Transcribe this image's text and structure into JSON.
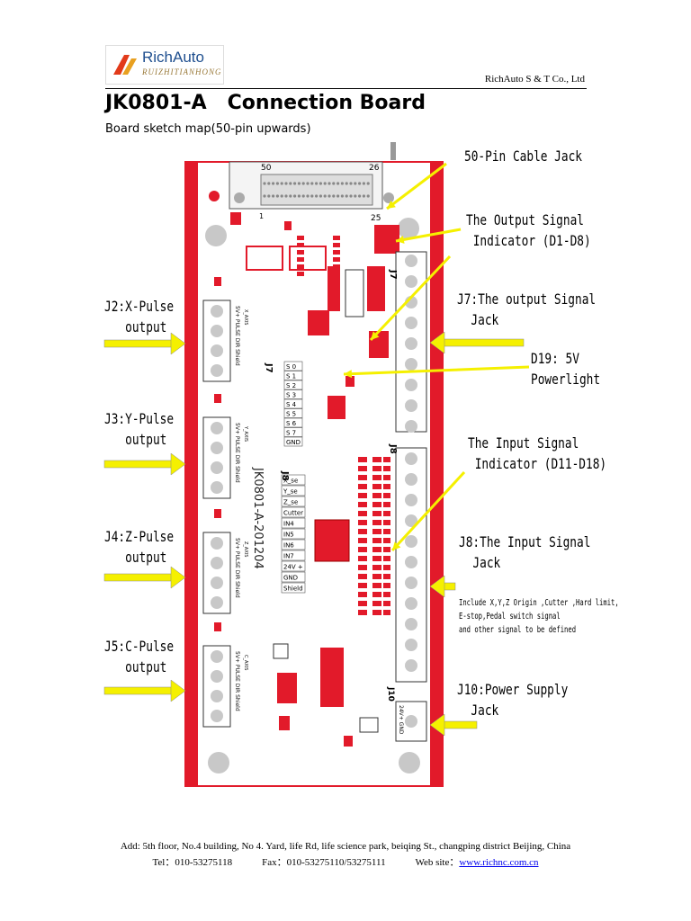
{
  "header": {
    "logo_name": "RichAuto",
    "logo_sub": "RUIZHITIANHONG",
    "company": "RichAuto S & T Co., Ltd"
  },
  "title": "JK0801-A   Connection Board",
  "subtitle": "Board sketch map(50-pin upwards)",
  "callouts": {
    "cable_jack": "50-Pin Cable Jack",
    "output_indicator": "The Output Signal\n Indicator (D1-D8)",
    "j7": "J7:The output Signal\n  Jack",
    "d19": "D19: 5V\nPowerlight",
    "input_indicator": "The Input Signal\n Indicator (D11-D18)",
    "j8": "J8:The Input Signal\n  Jack",
    "j8_note": "Include X,Y,Z Origin ,Cutter ,Hard limit,\nE-stop,Pedal switch signal\nand other signal to be defined",
    "j10": "J10:Power Supply\n  Jack",
    "j2": "J2:X-Pulse\n   output",
    "j3": "J3:Y-Pulse\n   output",
    "j4": "J4:Z-Pulse\n   output",
    "j5": "J5:C-Pulse\n   output"
  },
  "board": {
    "pin_50": "50",
    "pin_26": "26",
    "pin_25": "25",
    "pin_1": "1",
    "j7_label": "J7",
    "j8_label": "J8",
    "j10_label": "J10",
    "board_name": "JK0801-A-201204",
    "j7_pins": [
      "S 0",
      "S 1",
      "S 2",
      "S 3",
      "S 4",
      "S 5",
      "S 6",
      "S 7",
      "GND"
    ],
    "j8_pins": [
      "X_se",
      "Y_se",
      "Z_se",
      "Cutter",
      "IN4",
      "IN5",
      "IN6",
      "IN7",
      "24V +",
      "GND",
      "Shield"
    ],
    "pulse_pins": "5V+  PULSE  DIR  Shield",
    "axes": [
      "X_AXIS",
      "Y_AXIS",
      "Z_AXIS",
      "C_AXIS"
    ],
    "j10_pins": "24V+  GND"
  },
  "footer": {
    "address": "Add: 5th floor, No.4 building, No 4. Yard, life Rd, life science park, beiqing St., changping district Beijing, China",
    "tel": "Tel：010-53275118",
    "fax": "Fax：010-53275110/53275111",
    "web_label": "Web site：",
    "web_url": "www.richnc.com.cn"
  },
  "colors": {
    "board_red": "#e21a2a",
    "arrow_yellow": "#f5f000",
    "pad_gray": "#c8c8c8"
  }
}
